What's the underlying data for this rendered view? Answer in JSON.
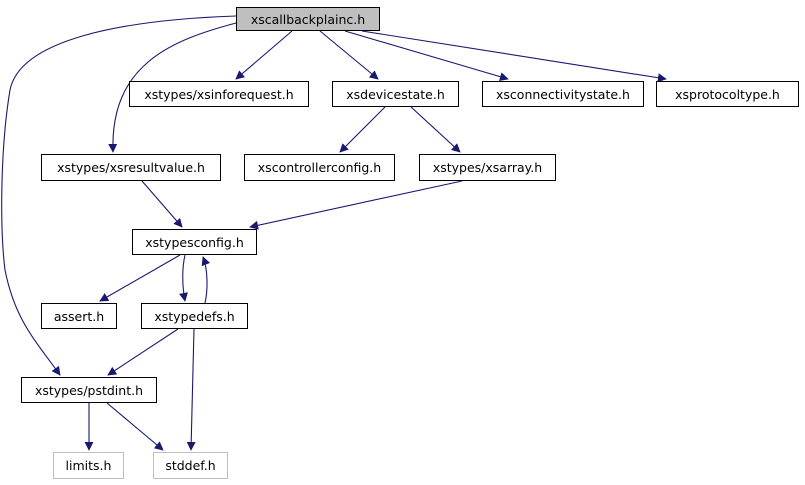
{
  "graph": {
    "colors": {
      "edge": "#191970",
      "root_fill": "#bfbfbf",
      "node_border": "#000000",
      "external_border": "#bfbfbf"
    },
    "nodes": {
      "root": "xscallbackplainc.h",
      "xsinforequest": "xstypes/xsinforequest.h",
      "xsdevicestate": "xsdevicestate.h",
      "xsconnectivitystate": "xsconnectivitystate.h",
      "xsprotocoltype": "xsprotocoltype.h",
      "xsresultvalue": "xstypes/xsresultvalue.h",
      "xscontrollerconfig": "xscontrollerconfig.h",
      "xsarray": "xstypes/xsarray.h",
      "xstypesconfig": "xstypesconfig.h",
      "assert": "assert.h",
      "xstypedefs": "xstypedefs.h",
      "pstdint": "xstypes/pstdint.h",
      "limits": "limits.h",
      "stddef": "stddef.h"
    },
    "edges": [
      [
        "root",
        "xsinforequest"
      ],
      [
        "root",
        "xsdevicestate"
      ],
      [
        "root",
        "xsconnectivitystate"
      ],
      [
        "root",
        "xsprotocoltype"
      ],
      [
        "root",
        "xsresultvalue"
      ],
      [
        "root",
        "pstdint"
      ],
      [
        "xsdevicestate",
        "xscontrollerconfig"
      ],
      [
        "xsdevicestate",
        "xsarray"
      ],
      [
        "xsresultvalue",
        "xstypesconfig"
      ],
      [
        "xsarray",
        "xstypesconfig"
      ],
      [
        "xstypesconfig",
        "assert"
      ],
      [
        "xstypesconfig",
        "xstypedefs"
      ],
      [
        "xstypedefs",
        "xstypesconfig"
      ],
      [
        "xstypedefs",
        "pstdint"
      ],
      [
        "xstypedefs",
        "stddef"
      ],
      [
        "pstdint",
        "limits"
      ],
      [
        "pstdint",
        "stddef"
      ]
    ]
  }
}
